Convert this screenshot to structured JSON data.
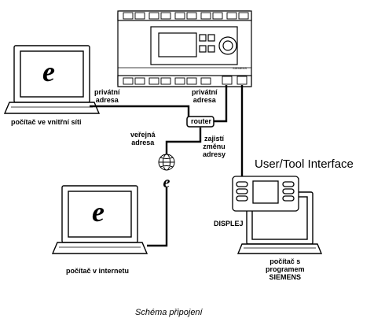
{
  "labels": {
    "private_left_1": "privátní",
    "private_left_2": "adresa",
    "private_right_1": "privátní",
    "private_right_2": "adresa",
    "router": "router",
    "public_1": "veřejná",
    "public_2": "adresa",
    "nat_1": "zajistí",
    "nat_2": "změnu",
    "nat_3": "adresy",
    "pc_internal": "počítač ve vnitřní síti",
    "pc_internet": "počítač v internetu",
    "display": "DISPLEJ",
    "pc_siemens_1": "počítač s",
    "pc_siemens_2": "programem",
    "pc_siemens_3": "SIEMENS",
    "user_tool": "User/Tool Interface",
    "caption": "Schéma připojení"
  },
  "icons": [
    "controller-unit",
    "laptop-icon",
    "ie-logo-icon",
    "globe-icon",
    "router-box",
    "display-unit"
  ],
  "colors": {
    "line": "#000000",
    "bg": "#ffffff",
    "screen": "#ffffff"
  }
}
